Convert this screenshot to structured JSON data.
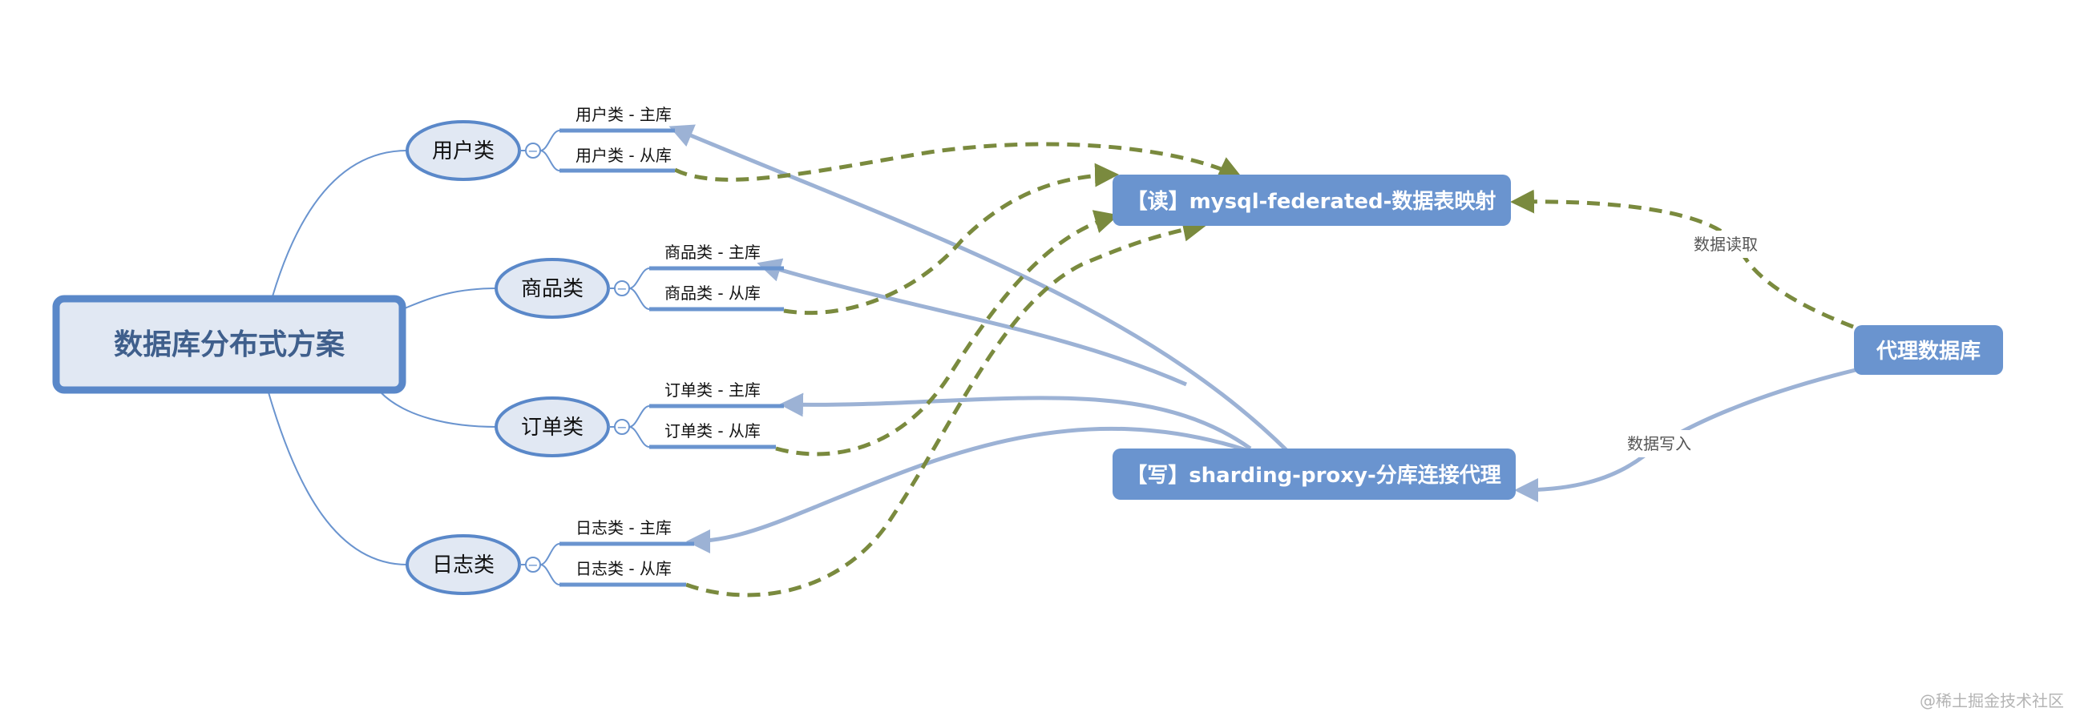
{
  "root": {
    "label": "数据库分布式方案"
  },
  "categories": [
    {
      "label": "用户类",
      "master": "用户类 - 主库",
      "slave": "用户类 - 从库"
    },
    {
      "label": "商品类",
      "master": "商品类 - 主库",
      "slave": "商品类 - 从库"
    },
    {
      "label": "订单类",
      "master": "订单类 - 主库",
      "slave": "订单类 - 从库"
    },
    {
      "label": "日志类",
      "master": "日志类 - 主库",
      "slave": "日志类 - 从库"
    }
  ],
  "nodes": {
    "read": "【读】mysql-federated-数据表映射",
    "write": "【写】sharding-proxy-分库连接代理",
    "proxy": "代理数据库"
  },
  "edges": {
    "read_label": "数据读取",
    "write_label": "数据写入"
  },
  "collapse_symbol": "−",
  "watermark": "@稀土掘金技术社区",
  "colors": {
    "accent": "#6a94cf",
    "root_fill": "#e1e8f3",
    "root_stroke": "#5a88c9",
    "write_arrow": "#9cb2d5",
    "read_arrow": "#7a8a3e"
  }
}
